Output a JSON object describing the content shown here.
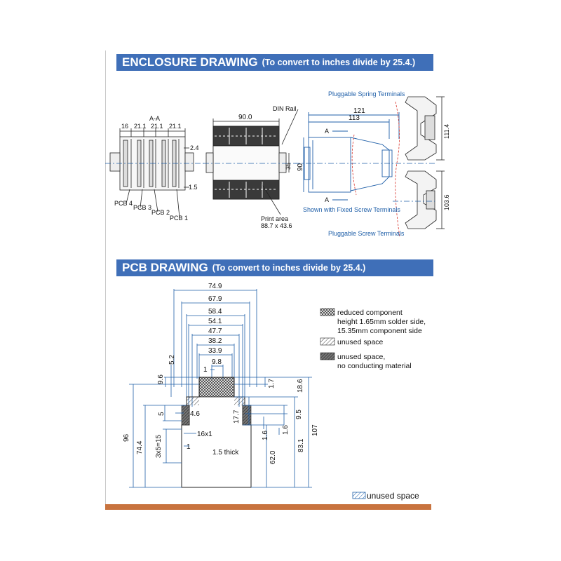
{
  "enclosure": {
    "banner_title": "ENCLOSURE DRAWING",
    "banner_sub": "(To convert to inches divide by 25.4.)",
    "side": {
      "section": "A-A",
      "dims_top": [
        "16",
        "21.1",
        "21.1",
        "21.1"
      ],
      "dim_right_top": "2.4",
      "dim_right_bottom": "1.5",
      "pcb_labels": [
        "PCB 4",
        "PCB 3",
        "PCB 2",
        "PCB 1"
      ]
    },
    "front": {
      "width": "90.0",
      "din_rail": "DIN Rail",
      "height_35": "35",
      "print_area_1": "Print area",
      "print_area_2": "88.7 x 43.6"
    },
    "profile": {
      "w121": "121",
      "w113": "113",
      "h90": "90",
      "section_mark": "A",
      "fixed_screw": "Shown with Fixed Screw Terminals"
    },
    "terminals": {
      "spring": "Pluggable Spring Terminals",
      "screw": "Pluggable Screw Terminals",
      "h_spring": "111.4",
      "h_screw": "103.6"
    }
  },
  "pcb": {
    "banner_title": "PCB DRAWING",
    "banner_sub": "(To convert to inches divide by 25.4.)",
    "widths": [
      "74.9",
      "67.9",
      "58.4",
      "54.1",
      "47.7",
      "38.2",
      "33.9",
      "9.8"
    ],
    "small_1": "1",
    "left_dims": {
      "d52": "5.2",
      "d96top": "9.6",
      "d5": "5",
      "d96": "96",
      "d744": "74.4",
      "d3x5": "3x5=15"
    },
    "mid_dims": {
      "d46": "4.6",
      "d16x1": "16x1",
      "d1": "1",
      "thick": "1.5 thick"
    },
    "right_dims": {
      "d17": "1.7",
      "d186": "18.6",
      "d177": "17.7",
      "d95": "9.5",
      "d16a": "1.6",
      "d16b": "1.6",
      "d620": "62.0",
      "d831": "83.1",
      "d107": "107"
    },
    "legend": {
      "item1_l1": "reduced component",
      "item1_l2": "height 1.65mm solder side,",
      "item1_l3": "15.35mm component side",
      "item2": "unused space",
      "item3_l1": "unused space,",
      "item3_l2": "no conducting material",
      "bottom": "unused space"
    }
  },
  "colors": {
    "banner": "#3f6fb8",
    "accent_blue": "#1f5fa8",
    "bottom_bar": "#c8733e",
    "red_cut": "#d8342c"
  }
}
